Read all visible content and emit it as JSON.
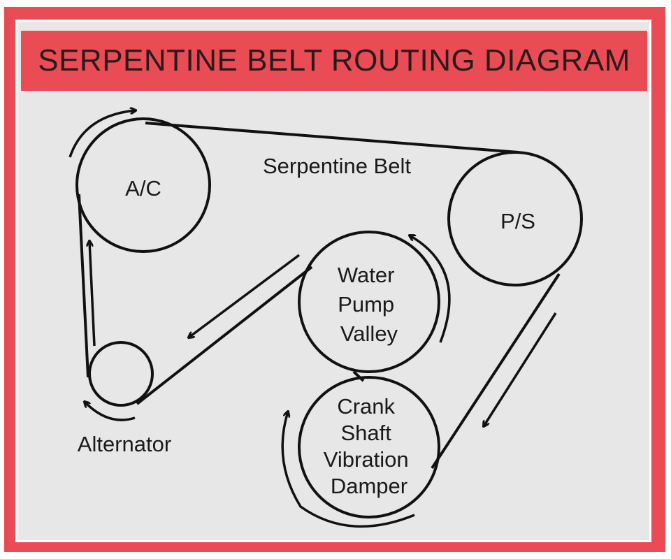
{
  "title": "SERPENTINE BELT ROUTING DIAGRAM",
  "belt_label": "Serpentine Belt",
  "pulleys": {
    "ac": {
      "lines": [
        "A/C"
      ]
    },
    "ps": {
      "lines": [
        "P/S"
      ]
    },
    "water_pump": {
      "lines": [
        "Water",
        "Pump",
        "Valley"
      ]
    },
    "crank": {
      "lines": [
        "Crank",
        "Shaft",
        "Vibration",
        "Damper"
      ]
    },
    "alternator": {
      "lines": [
        "Alternator"
      ]
    }
  },
  "colors": {
    "frame": "#ea4c55",
    "panel": "#e7e7e7",
    "line": "#111111"
  }
}
